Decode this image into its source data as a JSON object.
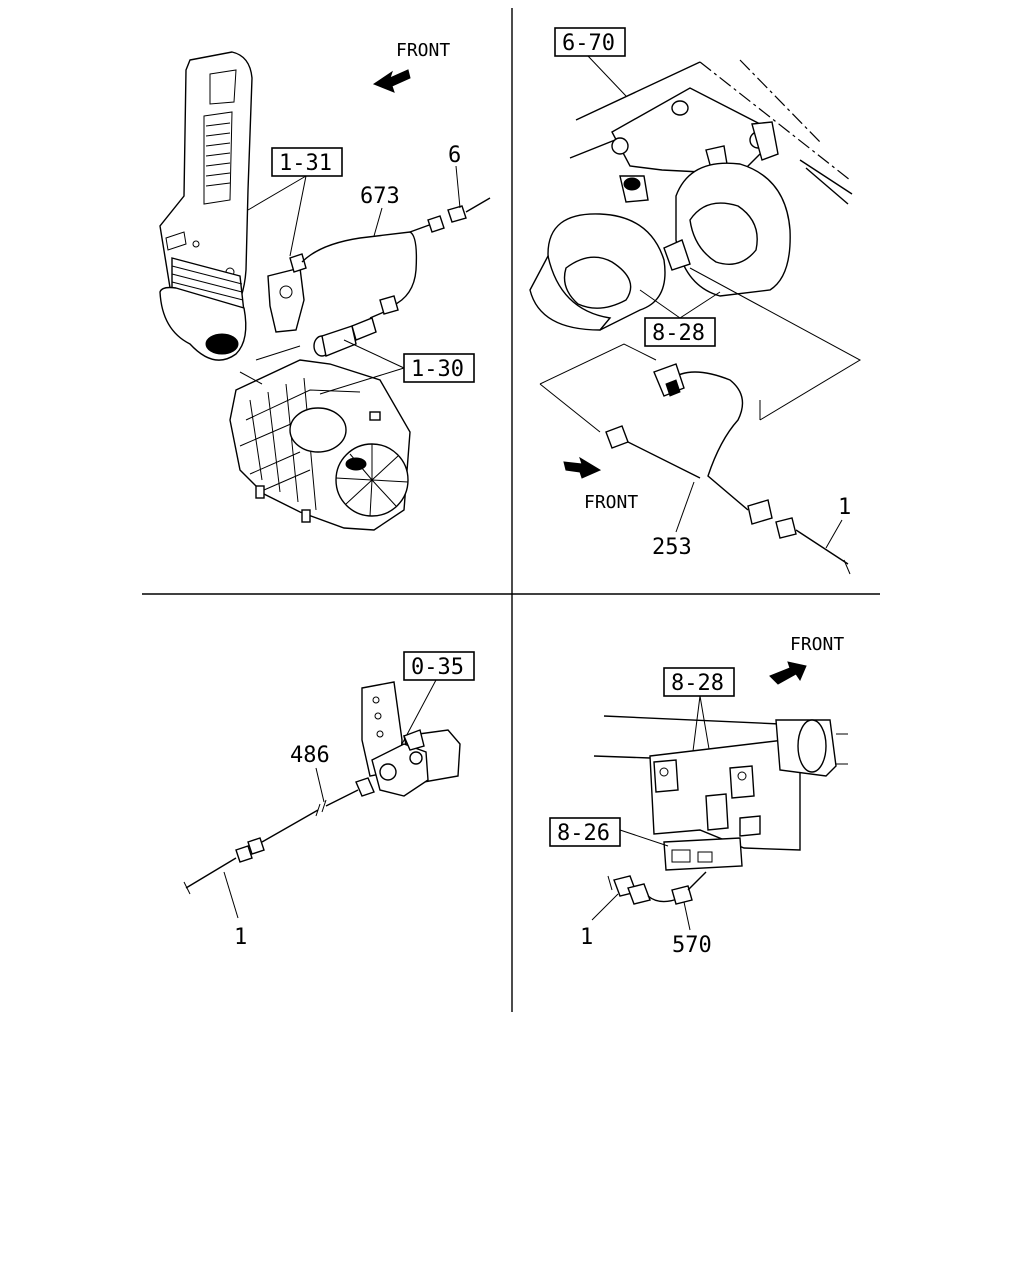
{
  "quadrants": {
    "top_left": {
      "front_label": "FRONT",
      "refs": [
        "1-31",
        "1-30"
      ],
      "callouts": [
        "673",
        "6"
      ]
    },
    "top_right": {
      "front_label": "FRONT",
      "refs": [
        "6-70",
        "8-28"
      ],
      "callouts": [
        "253",
        "1"
      ]
    },
    "bottom_left": {
      "refs": [
        "0-35"
      ],
      "callouts": [
        "486",
        "1"
      ]
    },
    "bottom_right": {
      "front_label": "FRONT",
      "refs": [
        "8-28",
        "8-26"
      ],
      "callouts": [
        "1",
        "570"
      ]
    }
  }
}
